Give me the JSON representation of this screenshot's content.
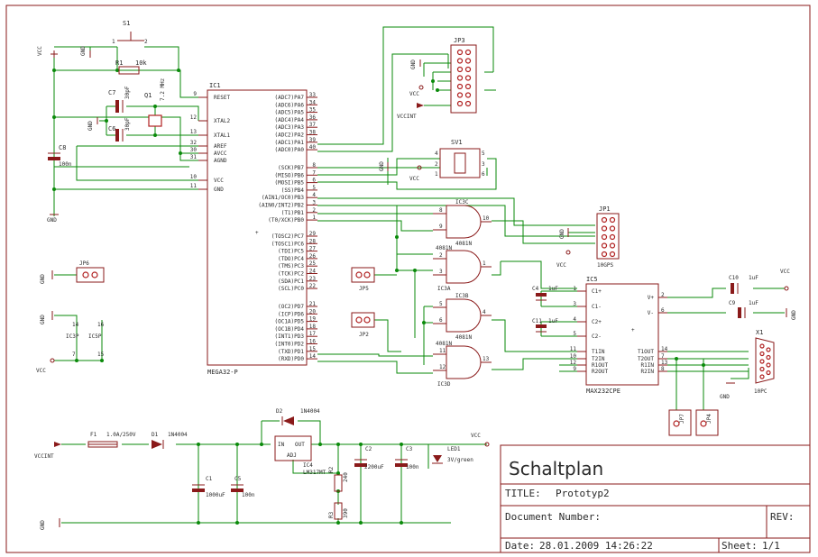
{
  "title_block": {
    "title": "Schaltplan",
    "title_label": "TITLE:",
    "title_value": "Prototyp2",
    "doc_label": "Document Number:",
    "rev_label": "REV:",
    "date_label": "Date:",
    "date_value": "28.01.2009 14:26:22",
    "sheet_label": "Sheet:",
    "sheet_value": "1/1"
  },
  "ic1": {
    "name": "IC1",
    "part": "MEGA32-P",
    "left_pins": [
      {
        "num": "9",
        "label": "RESET"
      },
      {
        "num": "12",
        "label": "XTAL2"
      },
      {
        "num": "13",
        "label": "XTAL1"
      },
      {
        "num": "32",
        "label": "AREF"
      },
      {
        "num": "30",
        "label": "AVCC"
      },
      {
        "num": "31",
        "label": "AGND"
      },
      {
        "num": "10",
        "label": "VCC"
      },
      {
        "num": "11",
        "label": "GND"
      }
    ],
    "right_pins": [
      {
        "num": "33",
        "label": "(ADC7)PA7"
      },
      {
        "num": "34",
        "label": "(ADC6)PA6"
      },
      {
        "num": "35",
        "label": "(ADC5)PA5"
      },
      {
        "num": "36",
        "label": "(ADC4)PA4"
      },
      {
        "num": "37",
        "label": "(ADC3)PA3"
      },
      {
        "num": "38",
        "label": "(ADC2)PA2"
      },
      {
        "num": "39",
        "label": "(ADC1)PA1"
      },
      {
        "num": "40",
        "label": "(ADC0)PA0"
      },
      {
        "num": "8",
        "label": "(SCK)PB7"
      },
      {
        "num": "7",
        "label": "(MISO)PB6"
      },
      {
        "num": "6",
        "label": "(MOSI)PB5"
      },
      {
        "num": "5",
        "label": "(SS)PB4"
      },
      {
        "num": "4",
        "label": "(AIN1/OC0)PB3"
      },
      {
        "num": "3",
        "label": "(AIN0/INT2)PB2"
      },
      {
        "num": "2",
        "label": "(T1)PB1"
      },
      {
        "num": "1",
        "label": "(T0/XCK)PB0"
      },
      {
        "num": "29",
        "label": "(TOSC2)PC7"
      },
      {
        "num": "28",
        "label": "(TOSC1)PC6"
      },
      {
        "num": "27",
        "label": "(TDI)PC5"
      },
      {
        "num": "26",
        "label": "(TDO)PC4"
      },
      {
        "num": "25",
        "label": "(TMS)PC3"
      },
      {
        "num": "24",
        "label": "(TCK)PC2"
      },
      {
        "num": "23",
        "label": "(SDA)PC1"
      },
      {
        "num": "22",
        "label": "(SCL)PC0"
      },
      {
        "num": "21",
        "label": "(OC2)PD7"
      },
      {
        "num": "20",
        "label": "(ICP)PD6"
      },
      {
        "num": "19",
        "label": "(OC1A)PD5"
      },
      {
        "num": "18",
        "label": "(OC1B)PD4"
      },
      {
        "num": "17",
        "label": "(INT1)PD3"
      },
      {
        "num": "16",
        "label": "(INT0)PD2"
      },
      {
        "num": "15",
        "label": "(TXD)PD1"
      },
      {
        "num": "14",
        "label": "(RXD)PD0"
      }
    ]
  },
  "ic5": {
    "name": "IC5",
    "part": "MAX232CPE",
    "left_pins": [
      {
        "num": "1",
        "label": "C1+"
      },
      {
        "num": "3",
        "label": "C1-"
      },
      {
        "num": "4",
        "label": "C2+"
      },
      {
        "num": "5",
        "label": "C2-"
      },
      {
        "num": "11",
        "label": "T1IN"
      },
      {
        "num": "10",
        "label": "T2IN"
      },
      {
        "num": "12",
        "label": "R1OUT"
      },
      {
        "num": "9",
        "label": "R2OUT"
      }
    ],
    "right_pins": [
      {
        "num": "2",
        "label": "V+"
      },
      {
        "num": "6",
        "label": "V-"
      },
      {
        "num": "14",
        "label": "T1OUT"
      },
      {
        "num": "7",
        "label": "T2OUT"
      },
      {
        "num": "13",
        "label": "R1IN"
      },
      {
        "num": "8",
        "label": "R2IN"
      }
    ]
  },
  "gates": {
    "ic3c": {
      "name": "IC3C",
      "part": "4081N",
      "in1": "8",
      "in2": "9",
      "out": "10"
    },
    "ic3a": {
      "name": "IC3A",
      "part": "4081N",
      "in1": "2",
      "in2": "3",
      "out": "1"
    },
    "ic3b": {
      "name": "IC3B",
      "part": "4081N",
      "in1": "5",
      "in2": "6",
      "out": "4"
    },
    "ic3d": {
      "name": "IC3D",
      "part": "4081N",
      "in1": "11",
      "in2": "12",
      "out": "13"
    }
  },
  "connectors": {
    "jp3": "JP3",
    "sv1": "SV1",
    "jp1": "JP1",
    "jp1_sub": "10GPS",
    "jp5": "JP5",
    "jp6": "JP6",
    "jp2": "JP2",
    "jp7": "JP7",
    "jp4": "JP4",
    "x1": "X1",
    "x1_sub": "10PC"
  },
  "parts": {
    "s1": "S1",
    "r1": "R1",
    "r1_val": "10k",
    "c7": "C7",
    "c7_val": "30pF",
    "c6": "C6",
    "c6_val": "30pF",
    "q1": "Q1",
    "q1_val": "7.2 MHz",
    "c8": "C8",
    "c8_val": "100n",
    "c10": "C10",
    "c10_val": "1uF",
    "c9": "C9",
    "c9_val": "1uF",
    "c4": "C4",
    "c4_val": "1uF",
    "c11": "C11",
    "c11_val": "1uF",
    "ic3p": "IC3P",
    "ic3p_pin1": "14",
    "ic3p_pin2": "7",
    "ic5p": "IC5P",
    "ic5p_pin1": "16",
    "ic5p_pin2": "15",
    "f1": "F1",
    "f1_val": "1.0A/250V",
    "d1": "D1",
    "d1_val": "1N4004",
    "d2": "D2",
    "d2_val": "1N4004",
    "c1": "C1",
    "c1_val": "1000uF",
    "c5": "C5",
    "c5_val": "100n",
    "ic4": "IC4",
    "ic4_part": "LM317MT",
    "ic4_in": "IN",
    "ic4_out": "OUT",
    "ic4_adj": "ADJ",
    "c2": "C2",
    "c2_val": "2200uF",
    "c3": "C3",
    "c3_val": "100n",
    "led1": "LED1",
    "led1_val": "3V/green",
    "r2": "R2",
    "r2_val": "240",
    "r3": "R3",
    "r3_val": "390"
  },
  "nets": {
    "vcc": "VCC",
    "gnd": "GND",
    "vccint": "VCCINT"
  }
}
